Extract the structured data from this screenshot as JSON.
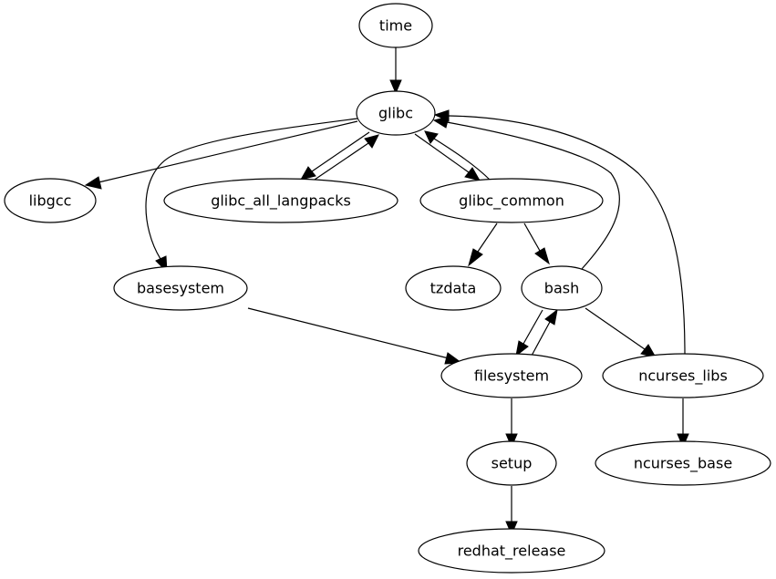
{
  "diagram": {
    "type": "directed-graph",
    "nodes": [
      {
        "id": "time",
        "label": "time"
      },
      {
        "id": "glibc",
        "label": "glibc"
      },
      {
        "id": "libgcc",
        "label": "libgcc"
      },
      {
        "id": "glibc_all_langpacks",
        "label": "glibc_all_langpacks"
      },
      {
        "id": "glibc_common",
        "label": "glibc_common"
      },
      {
        "id": "basesystem",
        "label": "basesystem"
      },
      {
        "id": "tzdata",
        "label": "tzdata"
      },
      {
        "id": "bash",
        "label": "bash"
      },
      {
        "id": "filesystem",
        "label": "filesystem"
      },
      {
        "id": "ncurses_libs",
        "label": "ncurses_libs"
      },
      {
        "id": "setup",
        "label": "setup"
      },
      {
        "id": "ncurses_base",
        "label": "ncurses_base"
      },
      {
        "id": "redhat_release",
        "label": "redhat_release"
      }
    ],
    "edges": [
      {
        "from": "time",
        "to": "glibc"
      },
      {
        "from": "glibc",
        "to": "libgcc"
      },
      {
        "from": "glibc",
        "to": "basesystem"
      },
      {
        "from": "glibc",
        "to": "glibc_all_langpacks"
      },
      {
        "from": "glibc_all_langpacks",
        "to": "glibc"
      },
      {
        "from": "glibc",
        "to": "glibc_common"
      },
      {
        "from": "glibc_common",
        "to": "glibc"
      },
      {
        "from": "glibc_common",
        "to": "tzdata"
      },
      {
        "from": "glibc_common",
        "to": "bash"
      },
      {
        "from": "bash",
        "to": "glibc"
      },
      {
        "from": "ncurses_libs",
        "to": "glibc"
      },
      {
        "from": "basesystem",
        "to": "filesystem"
      },
      {
        "from": "bash",
        "to": "filesystem"
      },
      {
        "from": "filesystem",
        "to": "bash"
      },
      {
        "from": "bash",
        "to": "ncurses_libs"
      },
      {
        "from": "filesystem",
        "to": "setup"
      },
      {
        "from": "ncurses_libs",
        "to": "ncurses_base"
      },
      {
        "from": "setup",
        "to": "redhat_release"
      }
    ]
  }
}
